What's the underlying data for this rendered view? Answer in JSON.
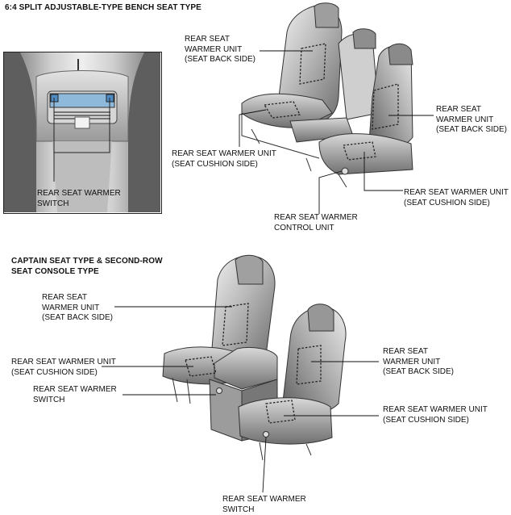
{
  "section_bench": {
    "title": "6:4 SPLIT ADJUSTABLE-TYPE BENCH SEAT TYPE",
    "labels": {
      "back_left": [
        "REAR SEAT",
        "WARMER UNIT",
        "(SEAT BACK SIDE)"
      ],
      "back_right": [
        "REAR SEAT",
        "WARMER UNIT",
        "(SEAT BACK SIDE)"
      ],
      "cushion_left": [
        "REAR SEAT WARMER UNIT",
        "(SEAT CUSHION SIDE)"
      ],
      "cushion_right": [
        "REAR SEAT WARMER UNIT",
        "(SEAT CUSHION SIDE)"
      ],
      "control_unit": [
        "REAR SEAT WARMER",
        "CONTROL UNIT"
      ],
      "switch": [
        "REAR SEAT WARMER",
        "SWITCH"
      ]
    }
  },
  "section_captain": {
    "title_lines": [
      "CAPTAIN SEAT TYPE & SECOND-ROW",
      "SEAT CONSOLE TYPE"
    ],
    "labels": {
      "back_left": [
        "REAR SEAT",
        "WARMER UNIT",
        "(SEAT BACK SIDE)"
      ],
      "cushion_left": [
        "REAR SEAT WARMER UNIT",
        "(SEAT CUSHION SIDE)"
      ],
      "switch_left": [
        "REAR SEAT WARMER",
        "SWITCH"
      ],
      "back_right": [
        "REAR SEAT",
        "WARMER UNIT",
        "(SEAT BACK SIDE)"
      ],
      "cushion_right": [
        "REAR SEAT WARMER UNIT",
        "(SEAT CUSHION SIDE)"
      ],
      "switch_bottom": [
        "REAR SEAT WARMER",
        "SWITCH"
      ]
    }
  }
}
